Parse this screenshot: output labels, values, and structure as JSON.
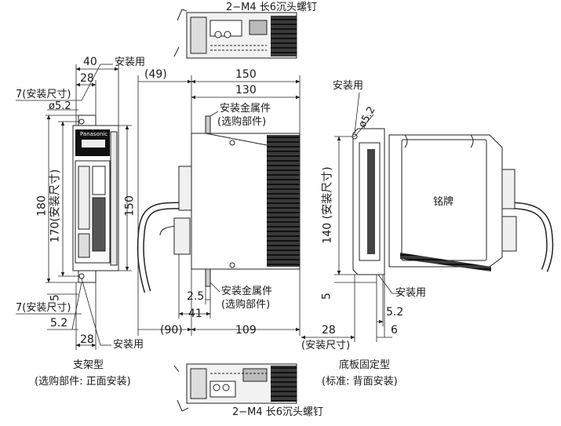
{
  "top_view": {
    "screw_note": "2−M4 长6沉头螺钉"
  },
  "bottom_view": {
    "screw_note": "2−M4 长6沉头螺钉"
  },
  "front_view": {
    "dims": {
      "w40": "40",
      "w28_top": "28",
      "w28_bottom": "28",
      "h180": "180",
      "h170": "170(安装尺寸)",
      "h150": "150",
      "d52_top": "ø5.2",
      "m7_top": "7(安装尺寸)",
      "m7_bottom": "7(安装尺寸)",
      "d5": "5",
      "d52_bottom": "5.2"
    },
    "mount_label_top": "安装用",
    "mount_label_bottom": "安装用",
    "brand": "Panasonic",
    "caption_1": "支架型",
    "caption_2": "(选购部件:  正面安装)"
  },
  "side_view": {
    "dims": {
      "w150": "150",
      "w130": "130",
      "w49": "(49)",
      "w90": "(90)",
      "w109": "109",
      "w41": "41",
      "w2_5": "2.5"
    },
    "bracket_label_1": "安装金属件",
    "bracket_label_2": "(选购部件)",
    "bracket_label_3": "安装金属件",
    "bracket_label_4": "(选购部件)"
  },
  "rear_view": {
    "dims": {
      "h140": "140  (安装尺寸)",
      "d52_top": "ø5.2",
      "d5": "5",
      "w28": "28",
      "w28_note": "(安装尺寸)",
      "d52_bottom": "5.2",
      "w6": "6"
    },
    "mount_label_top": "安装用",
    "mount_label_bottom": "安装用",
    "nameplate": "铭牌",
    "caption_1": "底板固定型",
    "caption_2": "(标准:  背面安装)"
  }
}
